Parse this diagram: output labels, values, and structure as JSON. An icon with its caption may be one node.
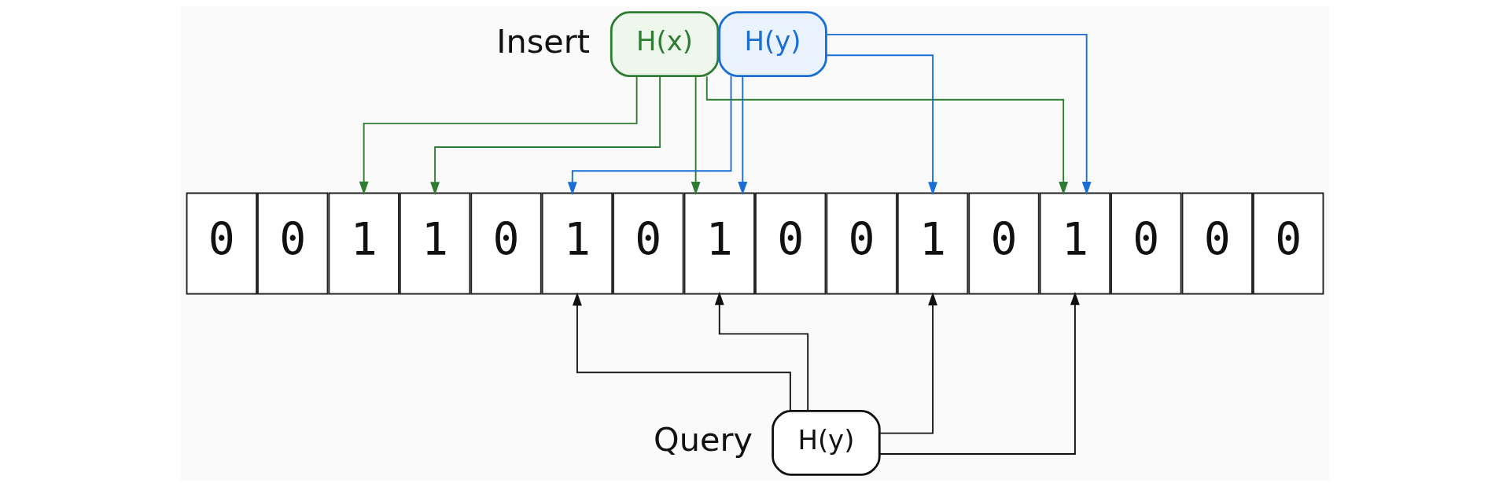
{
  "diagram": {
    "nodes": [
      {
        "text": [
          "H(x)"
        ]
      },
      {
        "text": [
          "H(y)"
        ]
      },
      {
        "text": [
          "0"
        ]
      },
      {
        "text": [
          "0"
        ]
      },
      {
        "text": [
          "1"
        ]
      },
      {
        "text": [
          "1"
        ]
      },
      {
        "text": [
          "0"
        ]
      },
      {
        "text": [
          "1"
        ]
      },
      {
        "text": [
          "0"
        ]
      },
      {
        "text": [
          "1"
        ]
      },
      {
        "text": [
          "0"
        ]
      },
      {
        "text": [
          "0"
        ]
      },
      {
        "text": [
          "1"
        ]
      },
      {
        "text": [
          "0"
        ]
      },
      {
        "text": [
          "1"
        ]
      },
      {
        "text": [
          "0"
        ]
      },
      {
        "text": [
          "0"
        ]
      },
      {
        "text": [
          "0"
        ]
      },
      {
        "text": [
          "H(y)"
        ]
      }
    ],
    "edges": [
      {
        "from": 0,
        "to": 4,
        "arrow": "to",
        "color": "#2e7d32"
      },
      {
        "from": 0,
        "to": 5,
        "arrow": "to",
        "color": "#2e7d32"
      },
      {
        "from": 0,
        "to": 9,
        "arrow": "to",
        "color": "#2e7d32"
      },
      {
        "from": 0,
        "to": 14,
        "arrow": "to",
        "color": "#2e7d32"
      },
      {
        "from": 1,
        "to": 7,
        "arrow": "to",
        "color": "#1a6fd6"
      },
      {
        "from": 1,
        "to": 9,
        "arrow": "to",
        "color": "#1a6fd6"
      },
      {
        "from": 1,
        "to": 12,
        "arrow": "to",
        "color": "#1a6fd6"
      },
      {
        "from": 1,
        "to": 14,
        "arrow": "to",
        "color": "#1a6fd6"
      },
      {
        "from": 18,
        "to": 7,
        "arrow": "to",
        "color": "#111111"
      },
      {
        "from": 18,
        "to": 9,
        "arrow": "to",
        "color": "#111111"
      },
      {
        "from": 18,
        "to": 12,
        "arrow": "to",
        "color": "#111111"
      },
      {
        "from": 18,
        "to": 14,
        "arrow": "to",
        "color": "#111111"
      }
    ],
    "labels": [
      "Insert",
      "Query"
    ]
  }
}
